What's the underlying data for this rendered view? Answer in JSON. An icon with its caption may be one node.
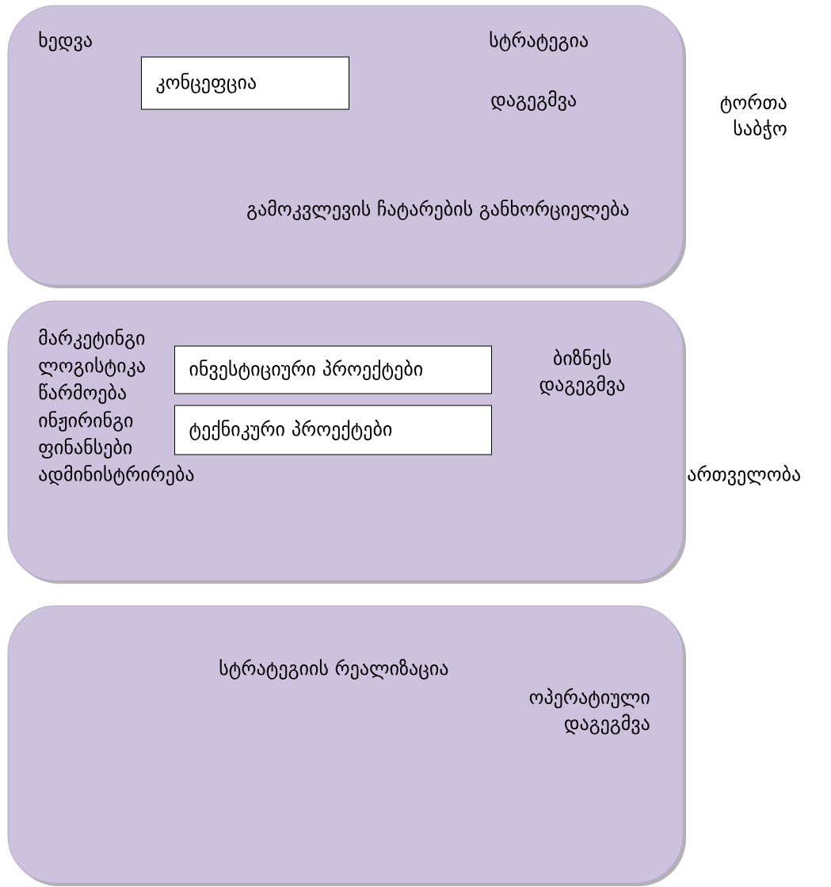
{
  "diagram": {
    "nodes": [
      {
        "text": [
          "ხედვა",
          "სტრატეგია",
          "დაგეგმვა",
          "გამოკვლევის ჩატარების განხორციელება"
        ],
        "beside": [
          "ტორთა საბჭო"
        ]
      },
      {
        "text": [
          "კონცეფცია"
        ],
        "in": 0
      },
      {
        "text": [
          "მარკეტინგი",
          "ლოგისტიკა",
          "წარმოება",
          "ინჟირინგი",
          "ფინანსები",
          "ადმინისტრირება",
          "ბიზნეს დაგეგმვა"
        ],
        "beside": [
          "ართველობა"
        ]
      },
      {
        "text": [
          "ინვესტიციური პროექტები"
        ],
        "in": 2
      },
      {
        "text": [
          "ტექნიკური პროექტები"
        ],
        "in": 2
      },
      {
        "text": [
          "სტრატეგიის რეალიზაცია",
          "ოპერატიული დაგეგმვა"
        ]
      }
    ]
  }
}
